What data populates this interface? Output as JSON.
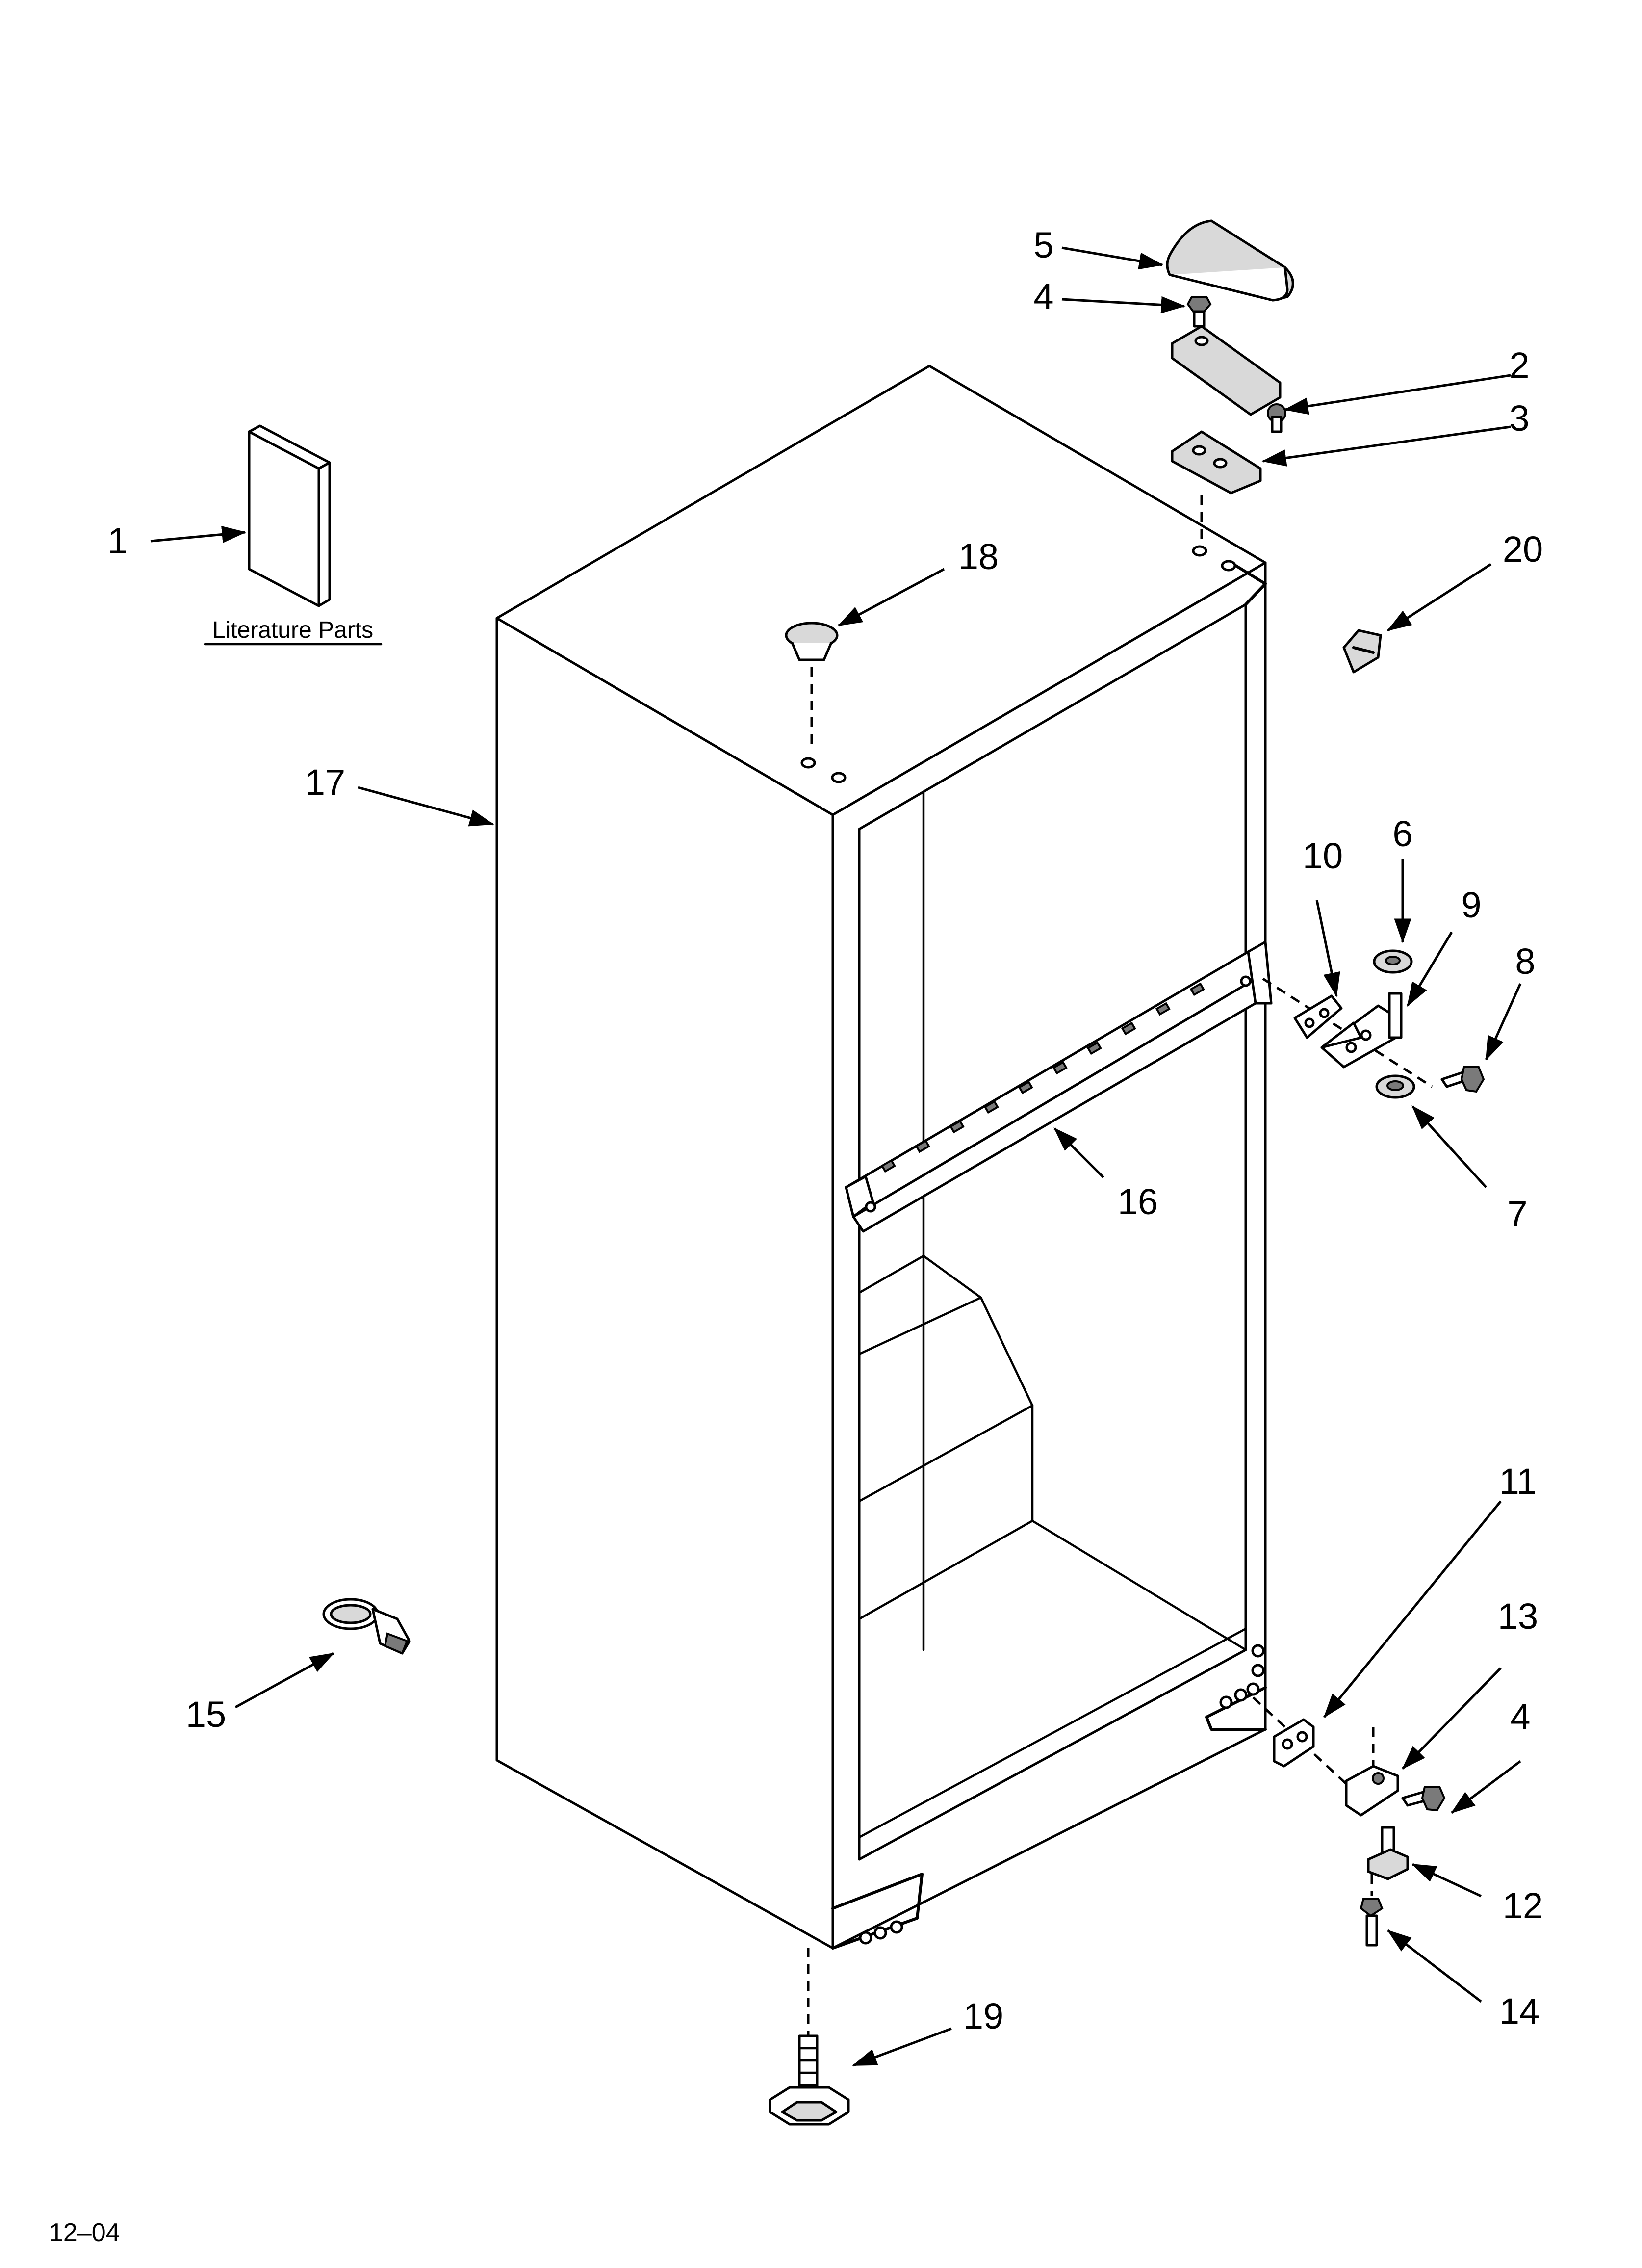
{
  "diagram": {
    "literature_label": "Literature Parts",
    "revision_code": "12–04",
    "callouts": {
      "c1": "1",
      "c2": "2",
      "c3": "3",
      "c4a": "4",
      "c4b": "4",
      "c5": "5",
      "c6": "6",
      "c7": "7",
      "c8": "8",
      "c9": "9",
      "c10": "10",
      "c11": "11",
      "c12": "12",
      "c13": "13",
      "c14": "14",
      "c15": "15",
      "c16": "16",
      "c17": "17",
      "c18": "18",
      "c19": "19",
      "c20": "20"
    }
  }
}
